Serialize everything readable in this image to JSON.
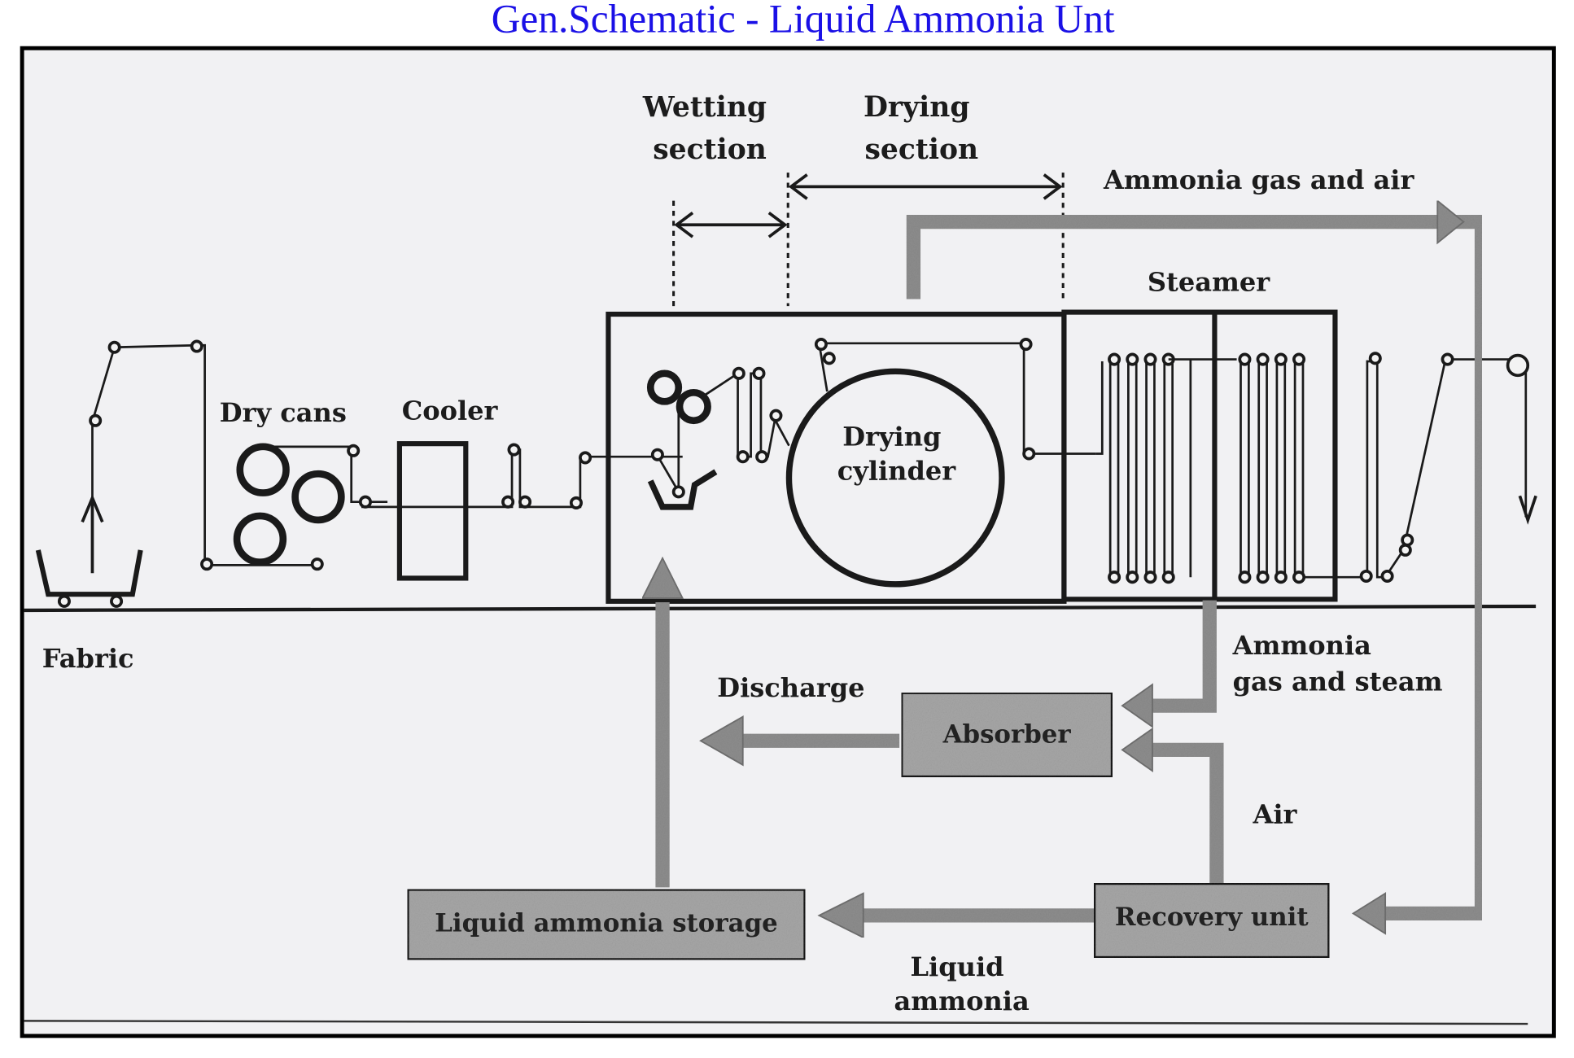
{
  "title": "Gen.Schematic - Liquid Ammonia Unt",
  "colors": {
    "title": "#1a10e6",
    "ink": "#1a1a1a",
    "pipe": "#8d8d8d",
    "unit_fill": "#a6a6a6",
    "paper": "#f1f1f3"
  },
  "labels": {
    "wetting_section": [
      "Wetting",
      "section"
    ],
    "drying_section": [
      "Drying",
      "section"
    ],
    "ammonia_gas_and_air": "Ammonia gas and air",
    "steamer": "Steamer",
    "dry_cans": "Dry cans",
    "cooler": "Cooler",
    "drying_cylinder": [
      "Drying",
      "cylinder"
    ],
    "fabric": "Fabric",
    "discharge": "Discharge",
    "ammonia_gas_and_steam": [
      "Ammonia",
      "gas and steam"
    ],
    "air": "Air",
    "liquid_ammonia": [
      "Liquid",
      "ammonia"
    ]
  },
  "units": {
    "absorber": "Absorber",
    "recovery_unit": "Recovery unit",
    "liquid_ammonia_storage": "Liquid ammonia storage"
  }
}
